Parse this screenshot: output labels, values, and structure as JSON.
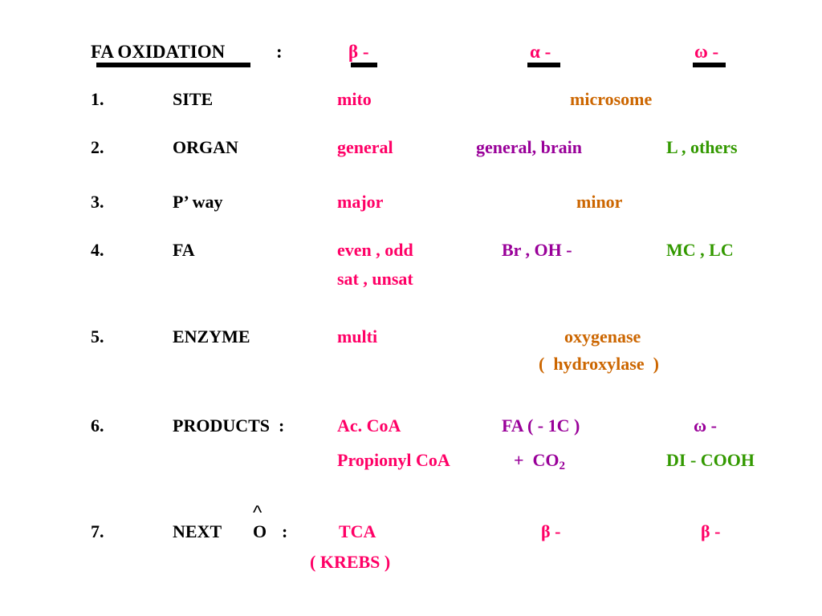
{
  "header": {
    "title": "FA OXIDATION",
    "colon": ":",
    "beta": "β -",
    "alpha": "α -",
    "omega": "ω -"
  },
  "rows": [
    {
      "num": "1.",
      "label": "SITE",
      "beta": "mito",
      "alpha_omega": "microsome"
    },
    {
      "num": "2.",
      "label": "ORGAN",
      "beta": "general",
      "alpha": "general, brain",
      "omega": "L , others"
    },
    {
      "num": "3.",
      "label": "P’ way",
      "beta": "major",
      "alpha_omega": "minor"
    },
    {
      "num": "4.",
      "label": "FA",
      "beta": "even , odd",
      "beta_line2": "sat , unsat",
      "alpha": "Br , OH -",
      "omega": "MC , LC"
    },
    {
      "num": "5.",
      "label": "ENZYME",
      "beta": "multi",
      "alpha_omega": "oxygenase",
      "alpha_omega_line2": "(  hydroxylase  )"
    },
    {
      "num": "6.",
      "label": "PRODUCTS  :",
      "beta": "Ac. CoA",
      "alpha": "FA ( - 1C )",
      "omega": "ω -",
      "line2_beta": "Propionyl CoA",
      "line2_plus": "+  CO",
      "line2_sub": "2",
      "line2_omega": "DI - COOH"
    },
    {
      "num": "7.",
      "label_pre": "NEXT",
      "label_o": "O",
      "label_caret": "^",
      "label_colon": ":",
      "beta": "TCA",
      "beta_line2": "( KREBS )",
      "alpha": "β -",
      "omega": "β -"
    }
  ],
  "colors": {
    "pink": "#ff0066",
    "purple": "#990099",
    "orange": "#cc6600",
    "green": "#339900",
    "black": "#000000"
  }
}
